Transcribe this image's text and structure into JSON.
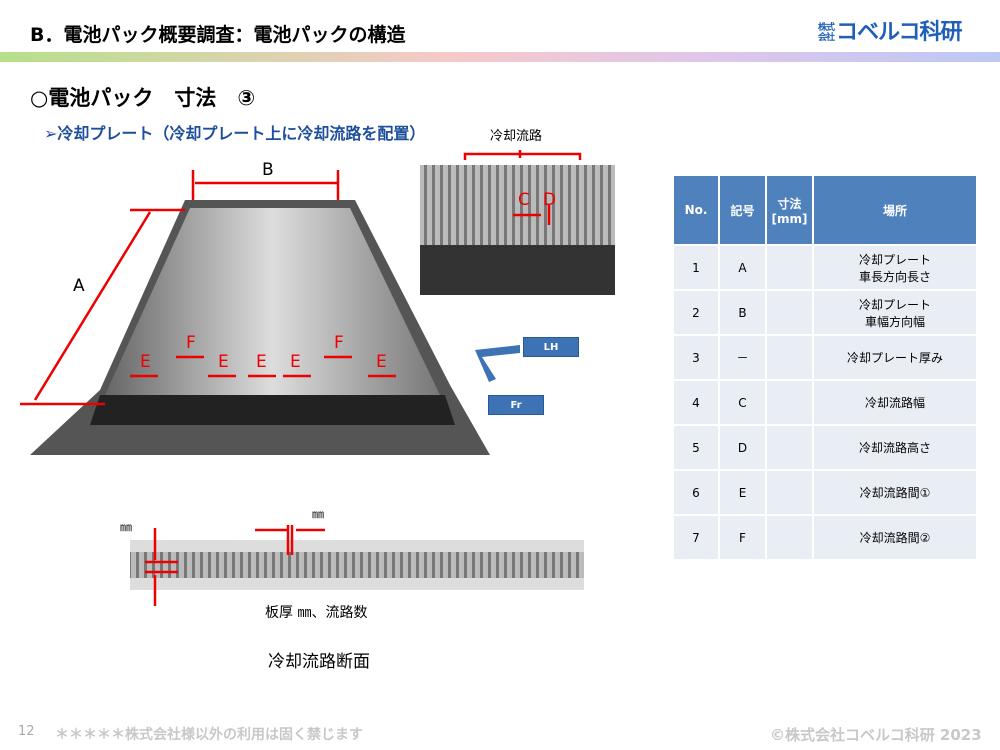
{
  "header": {
    "title": "B．電池パック概要調査：電池パックの構造",
    "logo_small": "株式会社",
    "logo": "コベルコ科研"
  },
  "section": {
    "heading": "○電池パック　寸法　③",
    "subheading": "➢冷却プレート（冷却プレート上に冷却流路を配置）"
  },
  "figure": {
    "label_A": "A",
    "label_B": "B",
    "label_C": "C",
    "label_D": "D",
    "label_E": "E",
    "label_F": "F",
    "channel_label": "冷却流路",
    "lh": "LH",
    "fr": "Fr",
    "mm1": "㎜",
    "mm2": "㎜",
    "thickness_caption": "板厚 ㎜、流路数",
    "section_caption": "冷却流路断面"
  },
  "table": {
    "headers": [
      "No.",
      "記号",
      "寸法\n[mm]",
      "場所"
    ],
    "rows": [
      [
        "1",
        "A",
        "",
        "冷却プレート\n車長方向長さ"
      ],
      [
        "2",
        "B",
        "",
        "冷却プレート\n車幅方向幅"
      ],
      [
        "3",
        "－",
        "",
        "冷却プレート厚み"
      ],
      [
        "4",
        "C",
        "",
        "冷却流路幅"
      ],
      [
        "5",
        "D",
        "",
        "冷却流路高さ"
      ],
      [
        "6",
        "E",
        "",
        "冷却流路間①"
      ],
      [
        "7",
        "F",
        "",
        "冷却流路間②"
      ]
    ]
  },
  "footer": {
    "page": "12",
    "notice": "＊＊＊＊＊株式会社様以外の利用は固く禁じます",
    "copyright": "©株式会社コベルコ科研 2023"
  }
}
